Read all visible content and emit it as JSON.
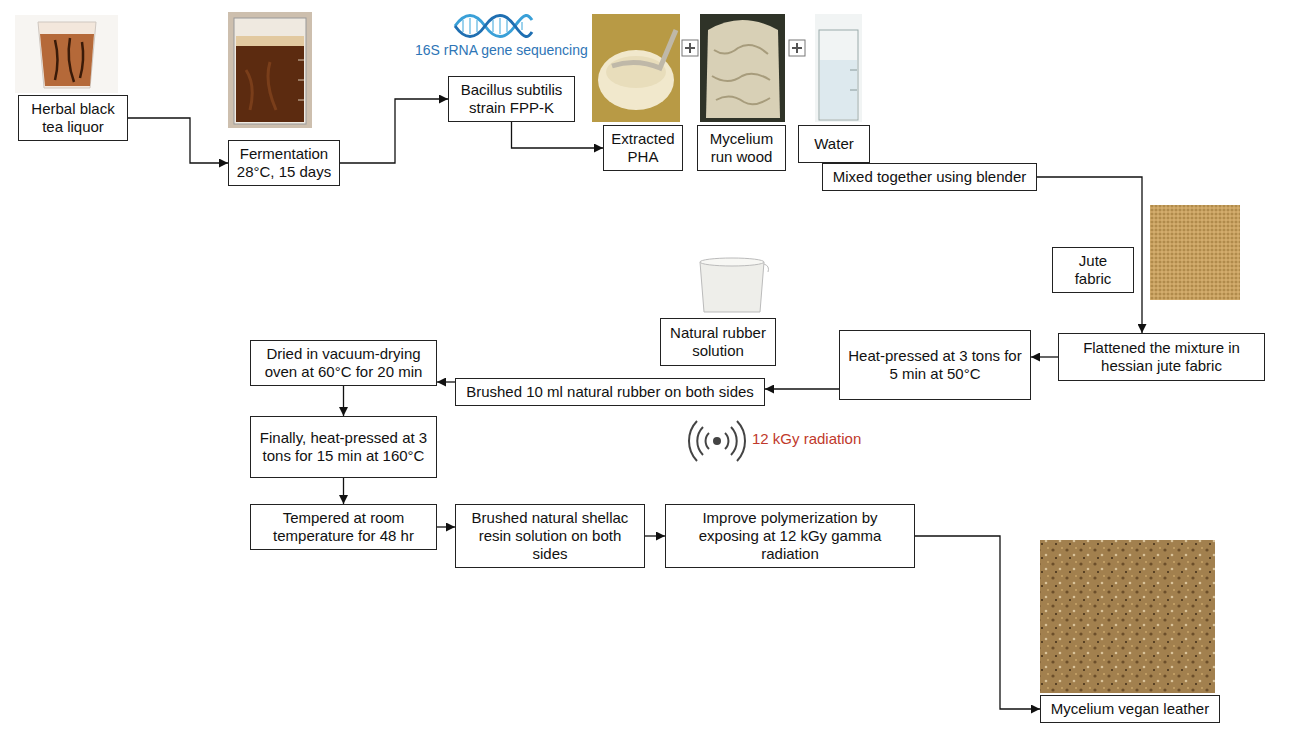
{
  "diagram": {
    "nodes": [
      {
        "text": [
          "Herbal black tea liquor"
        ]
      },
      {
        "text": [
          "Fermentation 28°C, 15 days"
        ]
      },
      {
        "text": [
          "Bacillus subtilis strain FPP-K"
        ]
      },
      {
        "text": [
          "Extracted PHA"
        ]
      },
      {
        "text": [
          "Mycelium run wood"
        ]
      },
      {
        "text": [
          "Water"
        ]
      },
      {
        "text": [
          "Mixed together using blender"
        ]
      },
      {
        "text": [
          "Jute fabric"
        ]
      },
      {
        "text": [
          "Natural rubber solution"
        ]
      },
      {
        "text": [
          "Heat-pressed at 3 tons for 5 min at 50°C"
        ]
      },
      {
        "text": [
          "Flattened the mixture in hessian jute fabric"
        ]
      },
      {
        "text": [
          "Brushed 10 ml natural rubber on both sides"
        ]
      },
      {
        "text": [
          "Dried in vacuum-drying oven at 60°C for 20 min"
        ]
      },
      {
        "text": [
          "Finally, heat-pressed at 3 tons for 15 min at 160°C"
        ]
      },
      {
        "text": [
          "Tempered at room temperature for 48 hr"
        ]
      },
      {
        "text": [
          "Brushed natural shellac resin solution on both sides"
        ]
      },
      {
        "text": [
          "Improve polymerization by exposing at 12 kGy gamma radiation"
        ]
      },
      {
        "text": [
          "Mycelium vegan leather"
        ]
      }
    ],
    "edges": [
      {
        "from": 0,
        "to": 1,
        "arrow": "to"
      },
      {
        "from": 1,
        "to": 2,
        "arrow": "to"
      },
      {
        "from": 2,
        "to": 3,
        "arrow": "to"
      },
      {
        "from": 6,
        "to": 10,
        "arrow": "to"
      },
      {
        "from": 10,
        "to": 9,
        "arrow": "to"
      },
      {
        "from": 9,
        "to": 11,
        "arrow": "to"
      },
      {
        "from": 11,
        "to": 12,
        "arrow": "to"
      },
      {
        "from": 12,
        "to": 13,
        "arrow": "to"
      },
      {
        "from": 13,
        "to": 14,
        "arrow": "to"
      },
      {
        "from": 14,
        "to": 15,
        "arrow": "to"
      },
      {
        "from": 15,
        "to": 16,
        "arrow": "to"
      },
      {
        "from": 16,
        "to": 17,
        "arrow": "to"
      }
    ],
    "labels": [
      "16S rRNA gene sequencing",
      "12 kGy radiation"
    ]
  }
}
